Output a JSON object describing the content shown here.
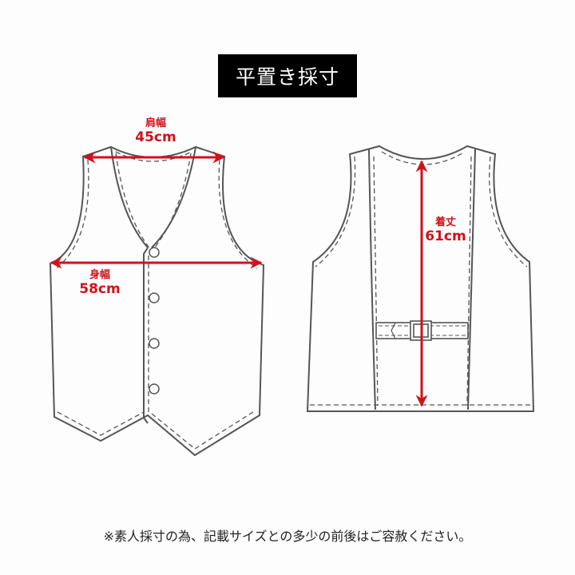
{
  "title": "平置き採寸",
  "measurements": {
    "shoulder": {
      "label": "肩幅",
      "value": "45cm"
    },
    "chest": {
      "label": "身幅",
      "value": "58cm"
    },
    "length": {
      "label": "着丈",
      "value": "61cm"
    }
  },
  "views": [
    "front",
    "back"
  ],
  "note": "※素人採寸の為、記載サイズとの多少の前後はご容赦ください。",
  "colors": {
    "accent": "#d0111b",
    "line": "#555555",
    "title_bg": "#000000"
  }
}
